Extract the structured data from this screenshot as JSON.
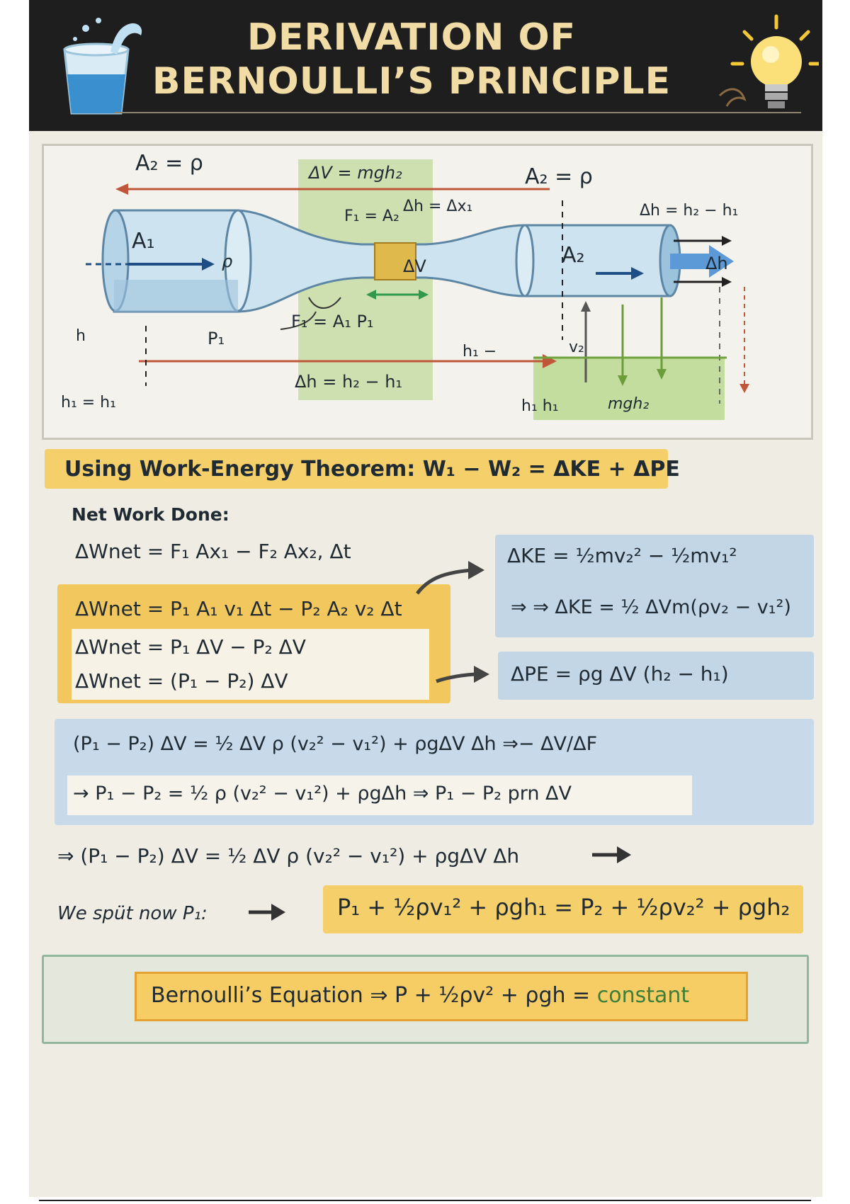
{
  "header": {
    "title_line1": "DERIVATION OF",
    "title_line2": "BERNOULLI’S PRINCIPLE"
  },
  "diagram": {
    "label_a2_top_left": "A₂ = ρ",
    "label_dv_top": "ΔV = mgh₂",
    "label_a2_top_right": "A₂ = ρ",
    "label_f1_a2": "F₁ = A₂",
    "label_dh_dx": "Δh = Δx₁",
    "label_dh_right": "Δh = h₂ − h₁",
    "label_a1": "A₁",
    "label_rho": "ρ",
    "label_dv_mid": "ΔV",
    "label_a2_mid": "A₂",
    "label_dh_arrow": "Δh",
    "label_f1_a1p1": "F₁ = A₁ P₁",
    "label_h_left": "h",
    "label_p1": "P₁",
    "label_h1_mid": "h₁ −",
    "label_v2": "v₂",
    "label_dh_bottom": "Δh = h₂ − h₁",
    "label_h1_eq": "h₁ = h₁",
    "label_h1_h1": "h₁ h₁",
    "label_mgh2": "mgh₂"
  },
  "theorem": {
    "text": "Using Work-Energy Theorem: W₁ − W₂ = ΔKE + ΔPE"
  },
  "net_work": {
    "label": "Net Work Done:",
    "eq1": "ΔWnet = F₁ Ax₁ − F₂ Ax₂, Δt",
    "eq2": "ΔWnet = P₁ A₁ v₁ Δt − P₂ A₂ v₂ Δt",
    "eq3": "ΔWnet = P₁ ΔV − P₂ ΔV",
    "eq4": "ΔWnet = (P₁ − P₂) ΔV"
  },
  "energy": {
    "ke1": "ΔKE = ½mv₂² − ½mv₁²",
    "ke2": "⇒ ⇒ ΔKE = ½ ΔVm(ρv₂ − v₁²)",
    "pe": "ΔPE = ρg ΔV (h₂ − h₁)"
  },
  "derivation": {
    "mid1": "(P₁ − P₂) ΔV = ½ ΔV ρ (v₂² − v₁²) + ρgΔV Δh ⇒− ΔV/ΔF",
    "mid2": "→  P₁ − P₂ = ½ ρ (v₂² − v₁²) + ρgΔh  ⇒ P₁ − P₂ prn ΔV",
    "eq5": "⇒ (P₁ − P₂) ΔV = ½ ΔV ρ (v₂² − v₁²) + ρgΔV Δh",
    "split_label": "We spüt now P₁:",
    "final": "P₁ + ½ρv₁² + ρgh₁ = P₂ + ½ρv₂² + ρgh₂"
  },
  "bernoulli": {
    "text": "Bernoulli’s Equation ⇒ P + ½ρv² + ρgh = ",
    "constant": "constant"
  }
}
